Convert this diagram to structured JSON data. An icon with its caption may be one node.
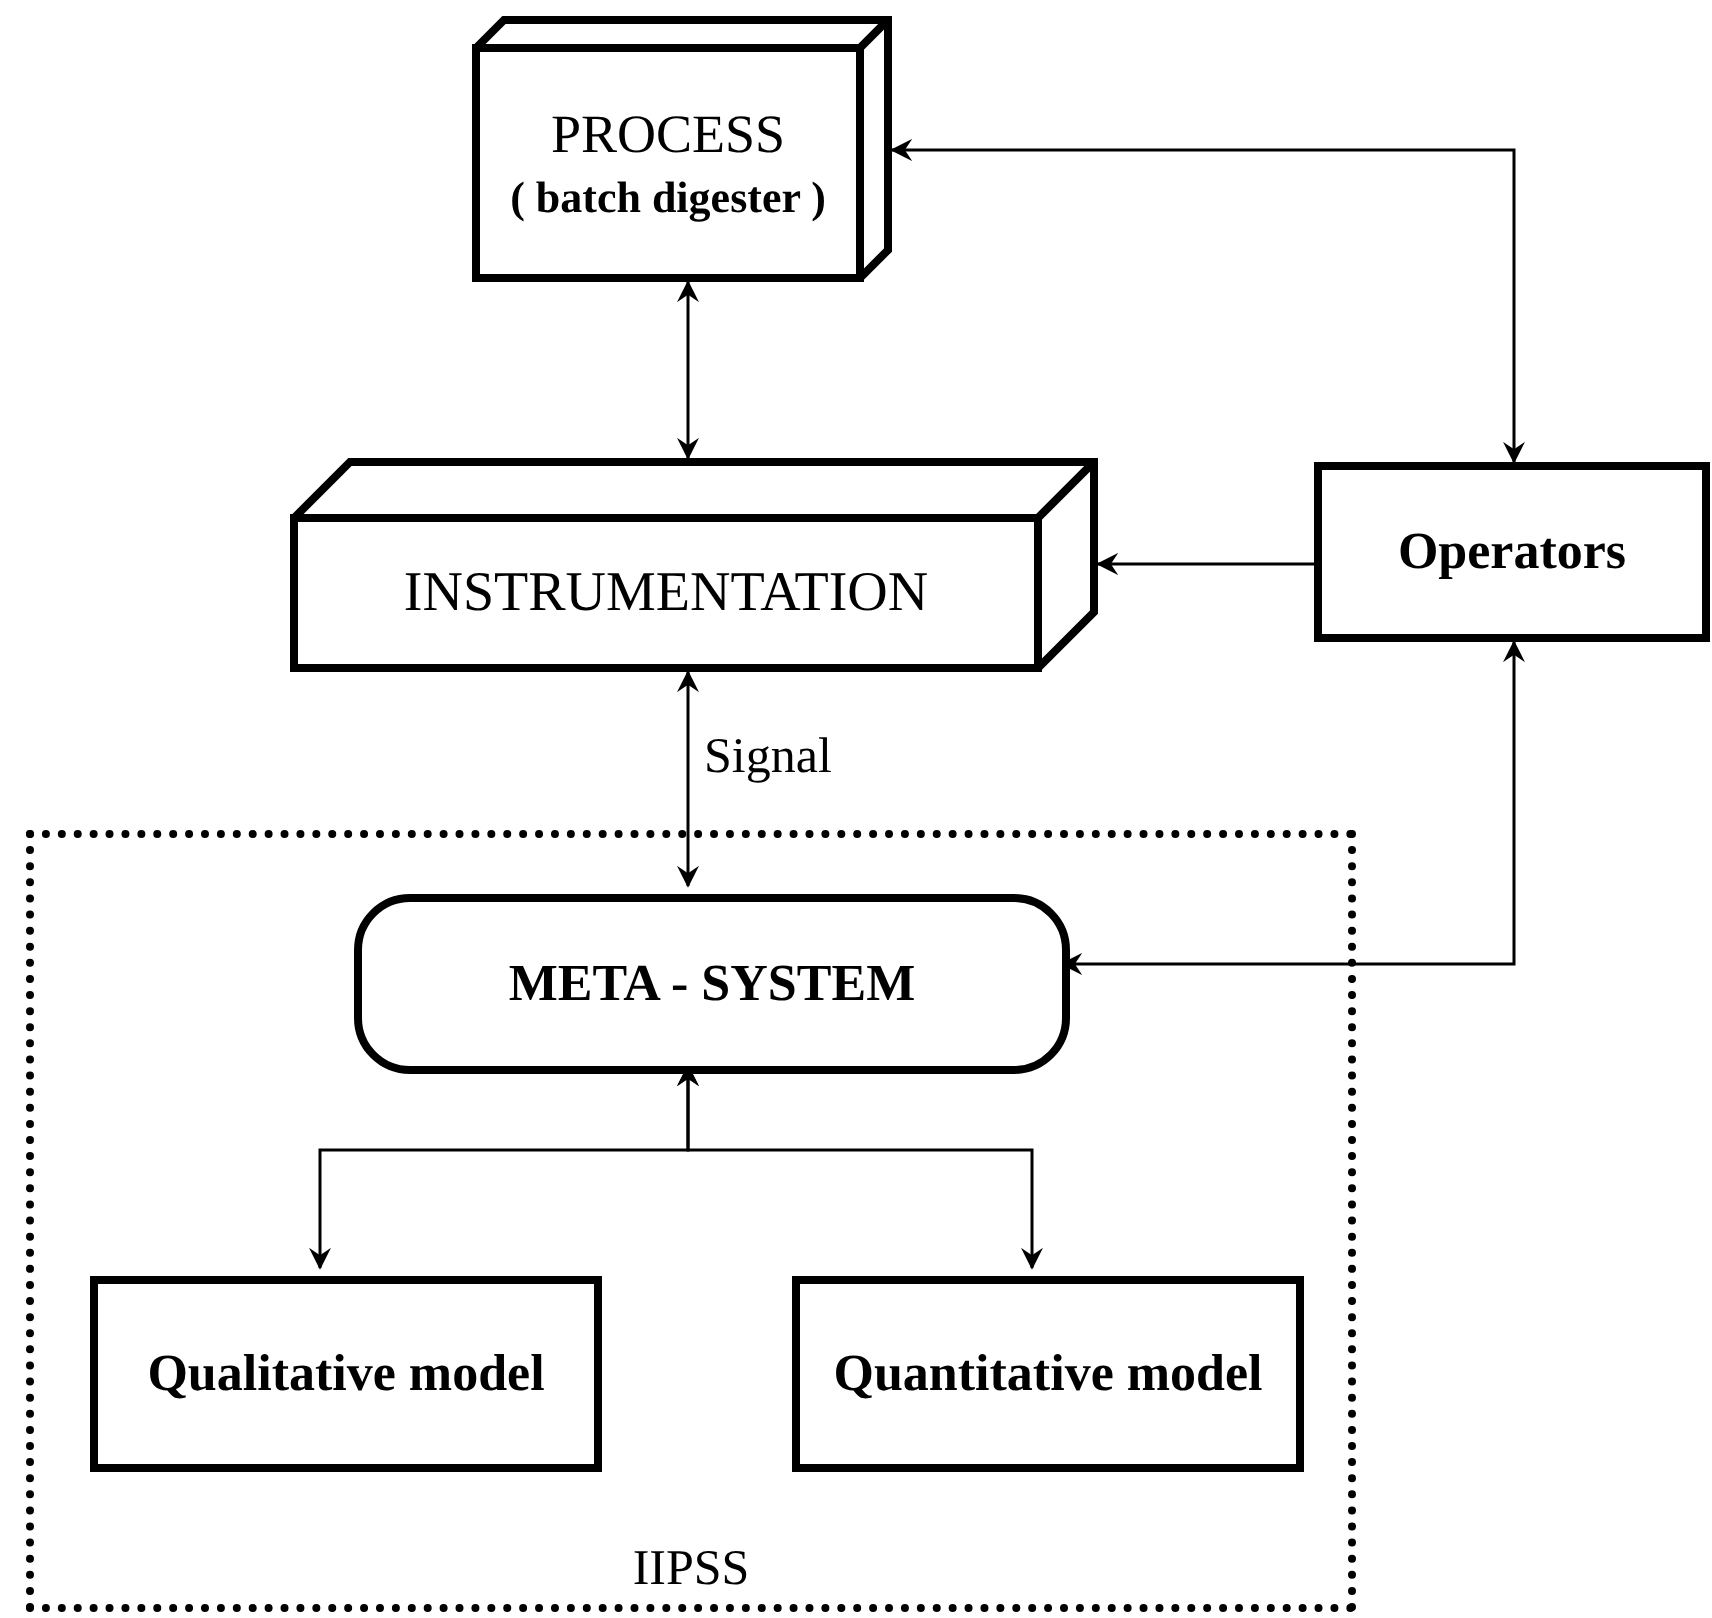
{
  "diagram": {
    "nodes": [
      {
        "text": [
          "PROCESS",
          "( batch digester )"
        ]
      },
      {
        "text": [
          "INSTRUMENTATION"
        ]
      },
      {
        "text": [
          "Operators"
        ]
      },
      {
        "text": [
          "IIPSS"
        ]
      },
      {
        "text": [
          "META - SYSTEM"
        ],
        "in": 3
      },
      {
        "text": [
          "Qualitative model"
        ],
        "in": 3
      },
      {
        "text": [
          "Quantitative model"
        ],
        "in": 3
      }
    ],
    "edges": [
      {
        "from": 0,
        "to": 1,
        "arrow": "both"
      },
      {
        "from": 2,
        "to": 0,
        "arrow": "both"
      },
      {
        "from": 2,
        "to": 1,
        "arrow": "to"
      },
      {
        "from": 1,
        "to": 4,
        "arrow": "both",
        "label": "Signal"
      },
      {
        "from": 2,
        "to": 4,
        "arrow": "both"
      },
      {
        "from": 4,
        "to": 5,
        "arrow": "both"
      },
      {
        "from": 4,
        "to": 6,
        "arrow": "both"
      }
    ]
  }
}
